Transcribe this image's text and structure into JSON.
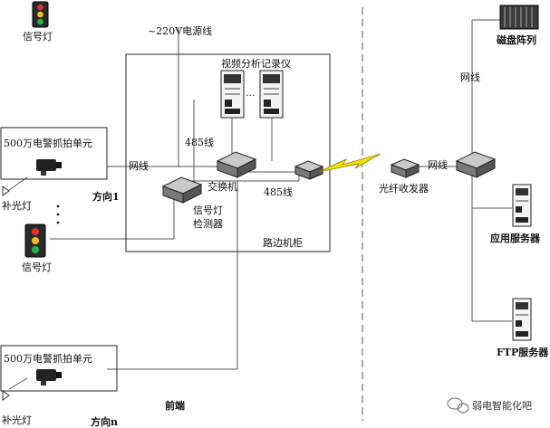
{
  "labels": {
    "traffic_light_top": "信号灯",
    "power_line": "~220V电源线",
    "video_recorder": "视频分析记录仪",
    "ellipsis_small": "...",
    "camera_unit_1": "500万电警抓拍单元",
    "net_line_left": "网线",
    "line_485_top": "485线",
    "switch": "交换机",
    "line_485_bottom": "485线",
    "fill_light_1": "补光灯",
    "direction_1": "方向1",
    "signal_detector": "信号灯\n检测器",
    "traffic_light_mid": "信号灯",
    "roadside_cabinet": "路边机柜",
    "optical_transceiver": "光纤收发器",
    "net_line_right": "网线",
    "net_line_vertical": "网线",
    "disk_array": "磁盘阵列",
    "app_server": "应用服务器",
    "ftp_server": "FTP服务器",
    "camera_unit_n": "500万电警抓拍单元",
    "fill_light_n": "补光灯",
    "direction_n": "方向n",
    "front_end": "前端",
    "watermark": "弱电智能化吧"
  }
}
